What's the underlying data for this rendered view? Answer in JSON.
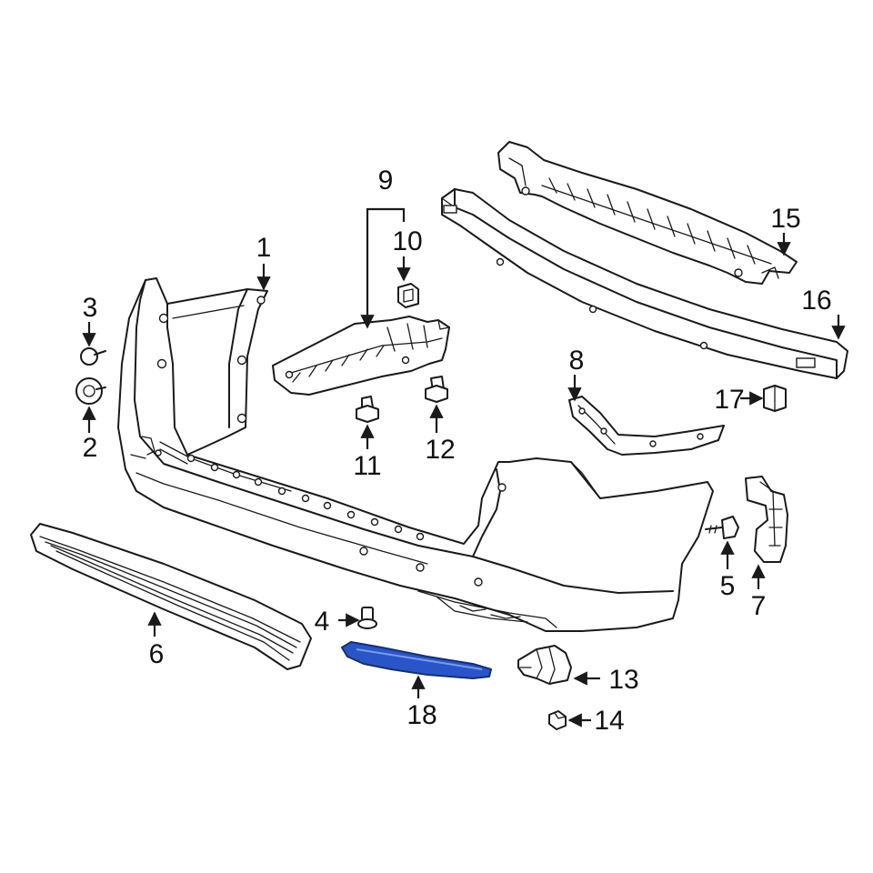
{
  "diagram": {
    "highlight_color": "#2a55c8",
    "callouts": [
      {
        "id": "1",
        "label": "1"
      },
      {
        "id": "2",
        "label": "2"
      },
      {
        "id": "3",
        "label": "3"
      },
      {
        "id": "4",
        "label": "4"
      },
      {
        "id": "5",
        "label": "5"
      },
      {
        "id": "6",
        "label": "6"
      },
      {
        "id": "7",
        "label": "7"
      },
      {
        "id": "8",
        "label": "8"
      },
      {
        "id": "9",
        "label": "9"
      },
      {
        "id": "10",
        "label": "10"
      },
      {
        "id": "11",
        "label": "11"
      },
      {
        "id": "12",
        "label": "12"
      },
      {
        "id": "13",
        "label": "13"
      },
      {
        "id": "14",
        "label": "14"
      },
      {
        "id": "15",
        "label": "15"
      },
      {
        "id": "16",
        "label": "16"
      },
      {
        "id": "17",
        "label": "17"
      },
      {
        "id": "18",
        "label": "18"
      }
    ]
  }
}
